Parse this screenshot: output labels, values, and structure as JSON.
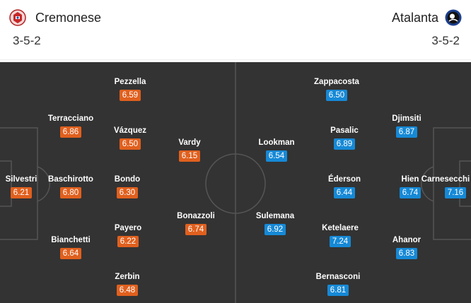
{
  "colors": {
    "home_rating": "#e0601e",
    "away_rating": "#1689d6",
    "pitch": "#333333",
    "lines": "#555555"
  },
  "home": {
    "name": "Cremonese",
    "formation": "3-5-2",
    "logo": "cremonese-crest-icon",
    "players": [
      {
        "name": "Silvestri",
        "rating": "6.21"
      },
      {
        "name": "Terracciano",
        "rating": "6.86"
      },
      {
        "name": "Baschirotto",
        "rating": "6.80"
      },
      {
        "name": "Bianchetti",
        "rating": "6.64"
      },
      {
        "name": "Pezzella",
        "rating": "6.59"
      },
      {
        "name": "Vázquez",
        "rating": "6.50"
      },
      {
        "name": "Bondo",
        "rating": "6.30"
      },
      {
        "name": "Payero",
        "rating": "6.22"
      },
      {
        "name": "Zerbin",
        "rating": "6.48"
      },
      {
        "name": "Vardy",
        "rating": "6.15"
      },
      {
        "name": "Bonazzoli",
        "rating": "6.74"
      }
    ]
  },
  "away": {
    "name": "Atalanta",
    "formation": "3-5-2",
    "logo": "atalanta-crest-icon",
    "players": [
      {
        "name": "Carnesecchi",
        "rating": "7.16"
      },
      {
        "name": "Djimsiti",
        "rating": "6.87"
      },
      {
        "name": "Hien",
        "rating": "6.74"
      },
      {
        "name": "Ahanor",
        "rating": "6.83"
      },
      {
        "name": "Zappacosta",
        "rating": "6.50"
      },
      {
        "name": "Pasalic",
        "rating": "6.89"
      },
      {
        "name": "Éderson",
        "rating": "6.44"
      },
      {
        "name": "Ketelaere",
        "rating": "7.24"
      },
      {
        "name": "Bernasconi",
        "rating": "6.81"
      },
      {
        "name": "Lookman",
        "rating": "6.54"
      },
      {
        "name": "Sulemana",
        "rating": "6.92"
      }
    ]
  }
}
